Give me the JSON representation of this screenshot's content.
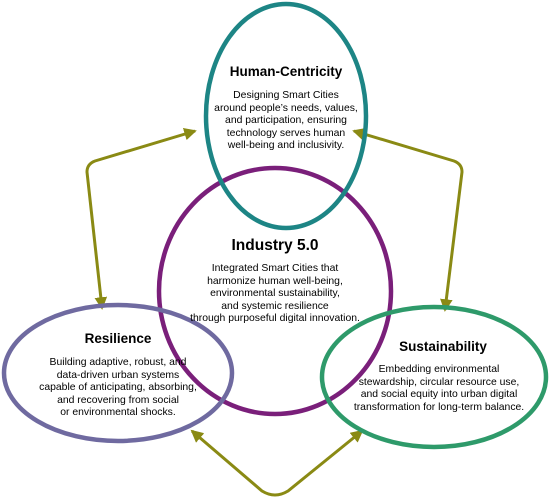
{
  "colors": {
    "arrow": "#8a8a14",
    "human": "#1d8585",
    "industry": "#7a1f7a",
    "resilience": "#6f6aa0",
    "sustainability": "#2e9a6a"
  },
  "nodes": {
    "human": {
      "title": "Human-Centricity",
      "lines": [
        "Designing Smart Cities",
        "around people’s needs, values,",
        "and participation, ensuring",
        "technology serves human",
        "well-being and inclusivity."
      ]
    },
    "industry": {
      "title": "Industry 5.0",
      "lines": [
        "Integrated Smart Cities that",
        "harmonize human well-being,",
        "environmental sustainability,",
        "and systemic resilience",
        "through purposeful digital innovation."
      ]
    },
    "resilience": {
      "title": "Resilience",
      "lines": [
        "Building adaptive, robust, and",
        "data-driven urban systems",
        "capable of anticipating, absorbing,",
        "and recovering from social",
        "or environmental shocks."
      ]
    },
    "sustainability": {
      "title": "Sustainability",
      "lines": [
        "Embedding environmental",
        "stewardship, circular resource use,",
        "and social equity into urban digital",
        "transformation for long-term balance."
      ]
    }
  }
}
